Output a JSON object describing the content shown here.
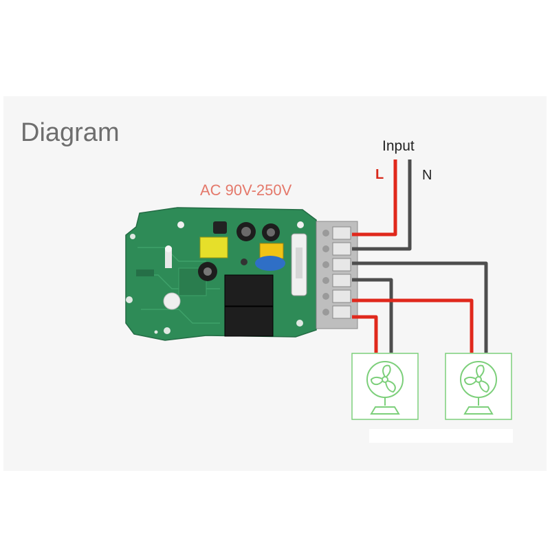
{
  "title": "Diagram",
  "voltage_label": "AC 90V-250V",
  "input_label": "Input",
  "line_label": "L",
  "neutral_label": "N",
  "colors": {
    "line_wire": "#e0281c",
    "neutral_wire": "#4d4d4d",
    "fan_outline": "#7ccf7a",
    "board": "#2e8b57",
    "voltage_text": "#e4786a"
  },
  "icons": [
    "fan-icon",
    "fan-icon"
  ]
}
